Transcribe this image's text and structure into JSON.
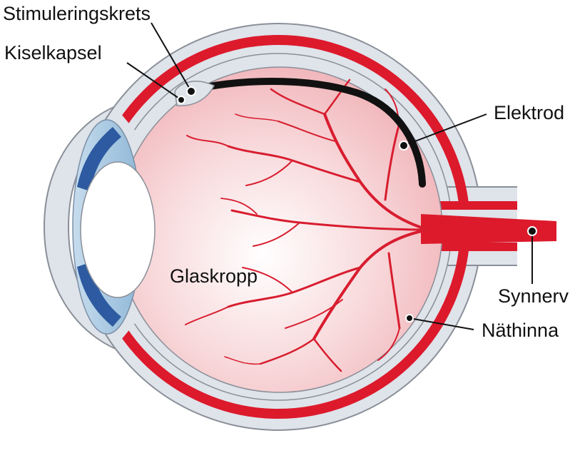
{
  "labels": {
    "stimulation_circuit": "Stimuleringskrets",
    "silicon_capsule": "Kiselkapsel",
    "electrode": "Elektrod",
    "vitreous_body": "Glaskropp",
    "optic_nerve": "Synnerv",
    "retina": "Näthinna"
  },
  "colors": {
    "sclera": "#dfe3ea",
    "sclera_outline": "#8a8f98",
    "retina_red": "#dc1a2c",
    "vitreous_center": "#ffffff",
    "vitreous_edge": "#f2b9bd",
    "blood_vessel": "#d81d2f",
    "iris": "#2d5aa0",
    "lens": "#a9cbe2",
    "electrode": "#111111",
    "label_text": "#111111",
    "leader_line": "#111111"
  }
}
